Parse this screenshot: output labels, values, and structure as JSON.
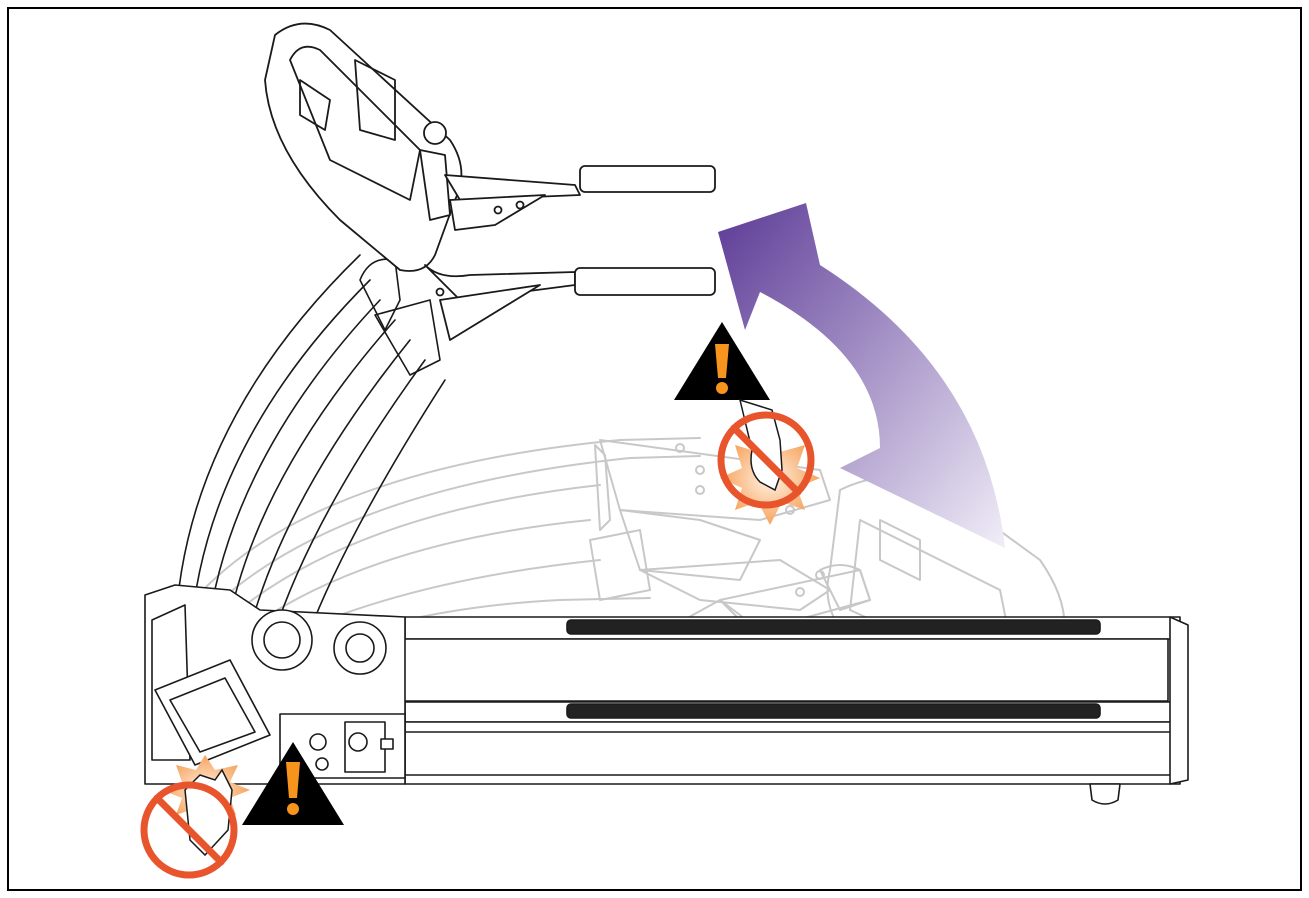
{
  "illustration": {
    "subject": "treadmill-folding-console",
    "warnings": [
      {
        "id": "warning-upper",
        "symbol": "exclamation",
        "prohibition": "no-hand"
      },
      {
        "id": "warning-lower",
        "symbol": "exclamation",
        "prohibition": "no-hand"
      }
    ],
    "arrow": {
      "direction": "up-counterclockwise"
    },
    "colors": {
      "frame": "#000000",
      "warning_triangle": "#000000",
      "warning_exclamation": "#f7941d",
      "prohibition": "#e8542b",
      "pinch_burst": "#f7a35c",
      "arrow_dark": "#5c3a96",
      "arrow_light": "#f1eef8",
      "line": "#1a1a1a",
      "ghost_line": "#c8c8c8"
    }
  }
}
